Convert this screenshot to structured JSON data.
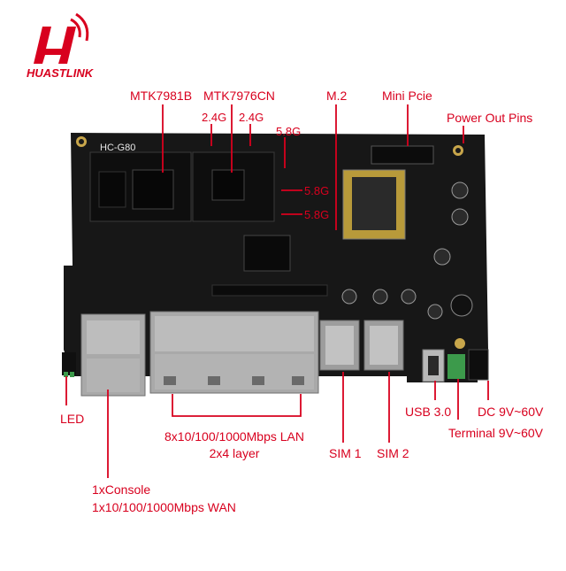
{
  "brand": {
    "name": "HUASTLINK",
    "color": "#d8001e"
  },
  "board": {
    "model": "HC-G80",
    "pcb_color": "#161616"
  },
  "callouts": {
    "mtk7981b": "MTK7981B",
    "mtk7976cn": "MTK7976CN",
    "band_24g_a": "2.4G",
    "band_24g_b": "2.4G",
    "band_58g_top": "5.8G",
    "band_58g_mid": "5.8G",
    "band_58g_low": "5.8G",
    "m2": "M.2",
    "mini_pcie": "Mini Pcie",
    "power_out": "Power Out Pins",
    "led": "LED",
    "lan_line1": "8x10/100/1000Mbps LAN",
    "lan_line2": "2x4 layer",
    "console": "1xConsole",
    "wan": "1x10/100/1000Mbps WAN",
    "sim1": "SIM 1",
    "sim2": "SIM 2",
    "usb": "USB 3.0",
    "dc": "DC 9V~60V",
    "terminal": "Terminal 9V~60V"
  },
  "colors": {
    "callout": "#d8001e",
    "pcb": "#161616",
    "metal": "#bdbdbd",
    "green_terminal": "#3c9a4b"
  }
}
